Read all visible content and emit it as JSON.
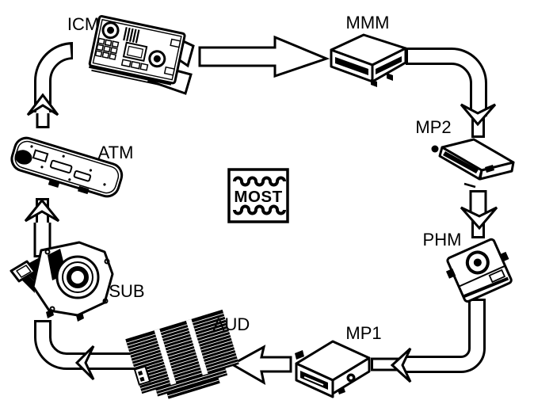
{
  "diagram": {
    "background": "#ffffff",
    "line_color": "#000000",
    "center_logo": {
      "text": "MOST"
    },
    "nodes": [
      {
        "id": "icm",
        "label": "ICM"
      },
      {
        "id": "mmm",
        "label": "MMM"
      },
      {
        "id": "mp2",
        "label": "MP2"
      },
      {
        "id": "phm",
        "label": "PHM"
      },
      {
        "id": "mp1",
        "label": "MP1"
      },
      {
        "id": "aud",
        "label": "AUD"
      },
      {
        "id": "sub",
        "label": "SUB"
      },
      {
        "id": "atm",
        "label": "ATM"
      }
    ],
    "connections": [
      {
        "from": "ICM",
        "to": "MMM"
      },
      {
        "from": "MMM",
        "to": "MP2"
      },
      {
        "from": "MP2",
        "to": "PHM"
      },
      {
        "from": "PHM",
        "to": "MP1"
      },
      {
        "from": "MP1",
        "to": "AUD"
      },
      {
        "from": "AUD",
        "to": "SUB"
      },
      {
        "from": "SUB",
        "to": "ATM"
      },
      {
        "from": "ATM",
        "to": "ICM"
      }
    ]
  }
}
